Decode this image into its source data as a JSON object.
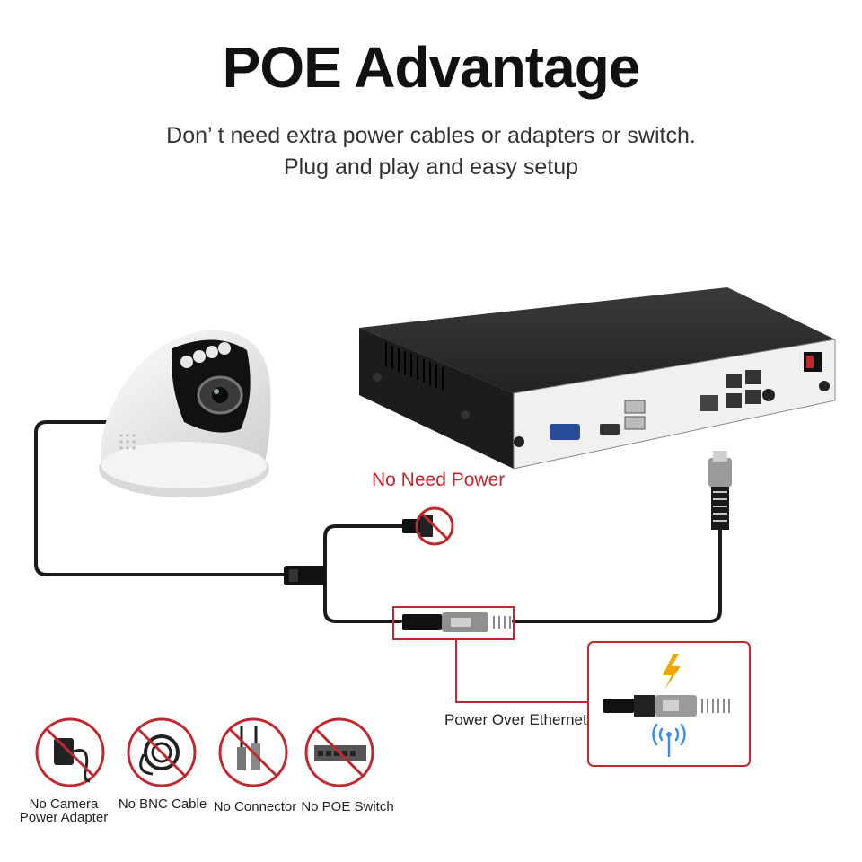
{
  "header": {
    "title": "POE Advantage",
    "subtitle_line1": "Don’ t need extra power cables or adapters or switch.",
    "subtitle_line2": "Plug and play and easy setup"
  },
  "diagram": {
    "no_power_label": "No Need Power",
    "poe_label": "Power Over Ethernet"
  },
  "bottom_items": [
    {
      "label_line1": "No Camera",
      "label_line2": "Power Adapter",
      "icon": "power-adapter-icon"
    },
    {
      "label_line1": "No BNC Cable",
      "label_line2": "",
      "icon": "bnc-cable-icon"
    },
    {
      "label_line1": "No Connector",
      "label_line2": "",
      "icon": "bnc-connector-icon"
    },
    {
      "label_line1": "No POE Switch",
      "label_line2": "",
      "icon": "poe-switch-icon"
    }
  ],
  "colors": {
    "accent_red": "#c0282d",
    "cable": "#1a1a1a",
    "nvr_body": "#2b2b2d",
    "nvr_panel": "#eeeeee"
  }
}
